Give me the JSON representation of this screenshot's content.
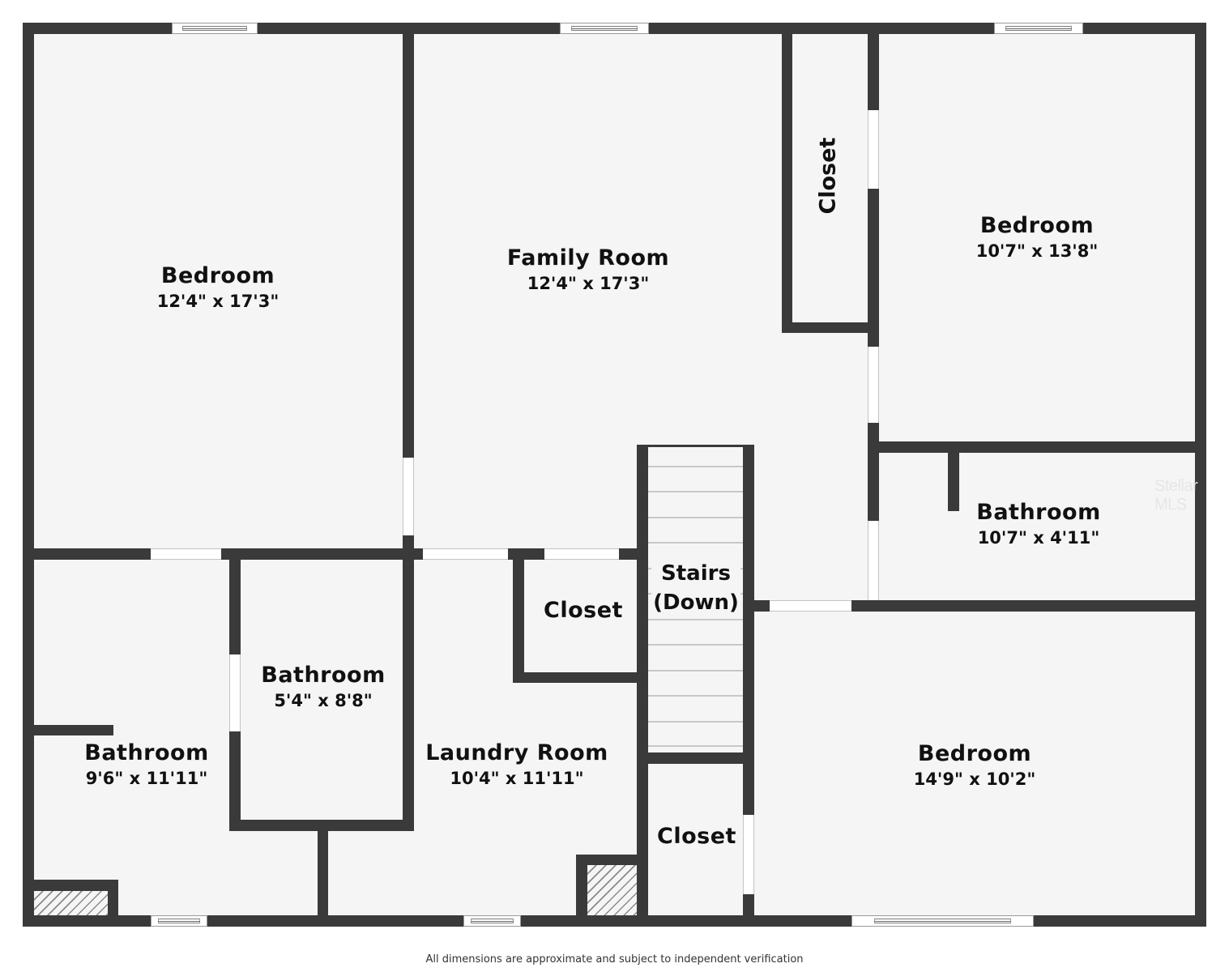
{
  "floorplan": {
    "rooms": [
      {
        "id": "bedroom-1",
        "name": "Bedroom",
        "dimensions": "12'4\" x 17'3\""
      },
      {
        "id": "family-room",
        "name": "Family Room",
        "dimensions": "12'4\" x 17'3\""
      },
      {
        "id": "closet-1",
        "name": "Closet"
      },
      {
        "id": "bedroom-2",
        "name": "Bedroom",
        "dimensions": "10'7\" x 13'8\""
      },
      {
        "id": "bathroom-1",
        "name": "Bathroom",
        "dimensions": "10'7\" x 4'11\""
      },
      {
        "id": "stairs",
        "name": "Stairs",
        "direction": "(Down)"
      },
      {
        "id": "closet-2",
        "name": "Closet"
      },
      {
        "id": "bathroom-2",
        "name": "Bathroom",
        "dimensions": "5'4\" x 8'8\""
      },
      {
        "id": "bathroom-3",
        "name": "Bathroom",
        "dimensions": "9'6\" x 11'11\""
      },
      {
        "id": "laundry-room",
        "name": "Laundry Room",
        "dimensions": "10'4\" x 11'11\""
      },
      {
        "id": "closet-3",
        "name": "Closet"
      },
      {
        "id": "bedroom-3",
        "name": "Bedroom",
        "dimensions": "14'9\" x 10'2\""
      }
    ],
    "watermark": "Stellar MLS",
    "disclaimer": "All dimensions are approximate and subject to independent verification",
    "colors": {
      "wall": "#3a3a3a",
      "floor": "#f5f5f5",
      "background": "#ffffff",
      "text": "#111111"
    }
  }
}
